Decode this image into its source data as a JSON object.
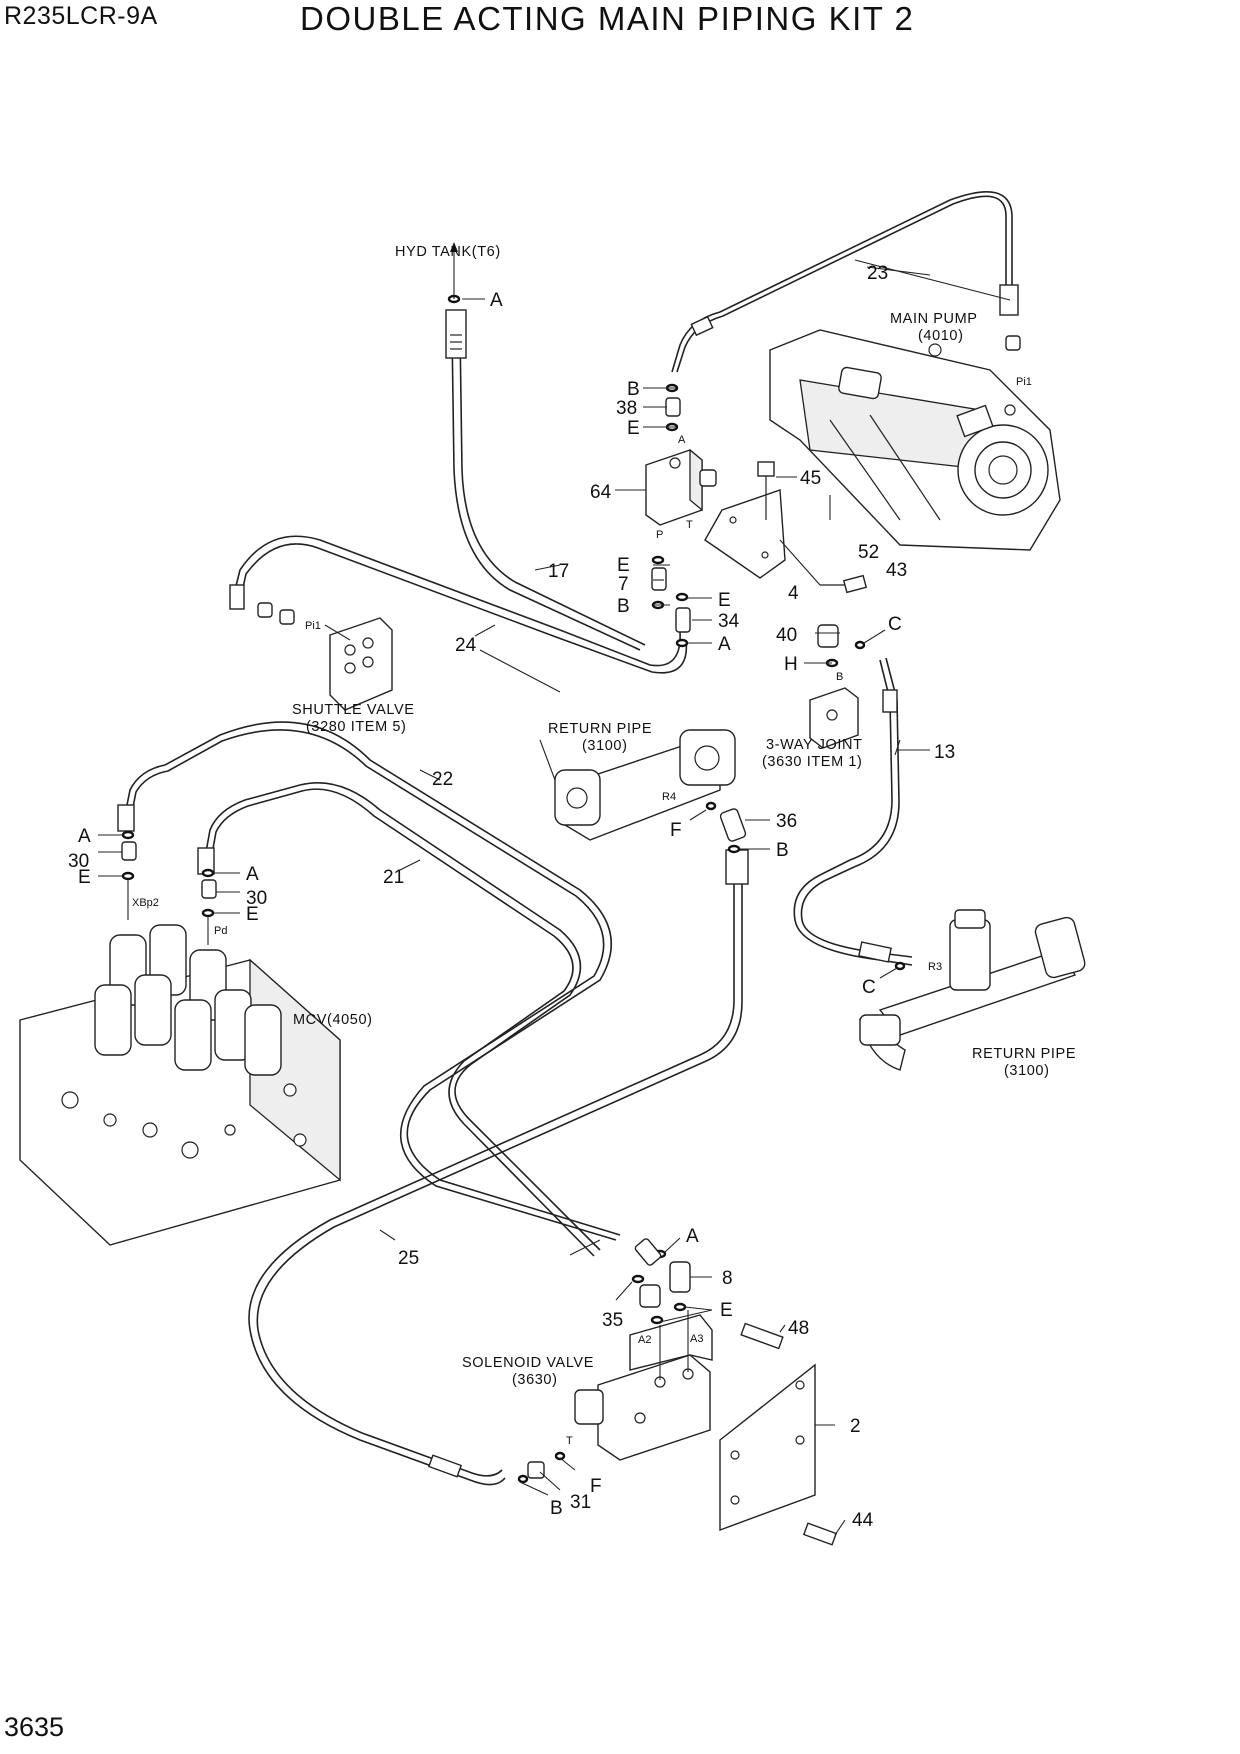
{
  "header": {
    "model": "R235LCR-9A",
    "title": "DOUBLE ACTING MAIN PIPING KIT 2",
    "page_number": "3635"
  },
  "components": {
    "hyd_tank": "HYD TANK(T6)",
    "main_pump": [
      "MAIN PUMP",
      "(4010)"
    ],
    "shuttle_valve": [
      "SHUTTLE VALVE",
      "(3280 ITEM 5)"
    ],
    "return_pipe_top": [
      "RETURN PIPE",
      "(3100)"
    ],
    "return_pipe_right": [
      "RETURN PIPE",
      "(3100)"
    ],
    "three_way_joint": [
      "3-WAY JOINT",
      "(3630 ITEM 1)"
    ],
    "mcv": "MCV(4050)",
    "solenoid_valve": [
      "SOLENOID VALVE",
      "(3630)"
    ]
  },
  "ports": {
    "pi1_pump": "Pi1",
    "pi1_shuttle": "Pi1",
    "a_block": "A",
    "p_block": "P",
    "t_block": "T",
    "r4": "R4",
    "r3": "R3",
    "b_joint": "B",
    "xbp2": "XBp2",
    "pd": "Pd",
    "a2": "A2",
    "a3": "A3",
    "t_sol": "T"
  },
  "callouts": {
    "n23": "23",
    "n17": "17",
    "n24": "24",
    "n22": "22",
    "n21": "21",
    "n25": "25",
    "n13": "13",
    "n64": "64",
    "n38": "38",
    "n45": "45",
    "n52": "52",
    "n43": "43",
    "n4": "4",
    "n7": "7",
    "n34": "34",
    "n40": "40",
    "n36": "36",
    "n30a": "30",
    "n30b": "30",
    "n8": "8",
    "n35": "35",
    "n48": "48",
    "n2": "2",
    "n44": "44",
    "n31": "31",
    "a_tank": "A",
    "b_top": "B",
    "e_top": "E",
    "e_mid": "E",
    "b_mid": "B",
    "e_34": "E",
    "a_34": "A",
    "c_40": "C",
    "h_40": "H",
    "f_36": "F",
    "b_36": "B",
    "c_r3": "C",
    "a_mcv1": "A",
    "e_mcv1": "E",
    "a_mcv2": "A",
    "e_mcv2": "E",
    "a_8": "A",
    "e_35": "E",
    "f_sol": "F",
    "b_sol": "B"
  }
}
